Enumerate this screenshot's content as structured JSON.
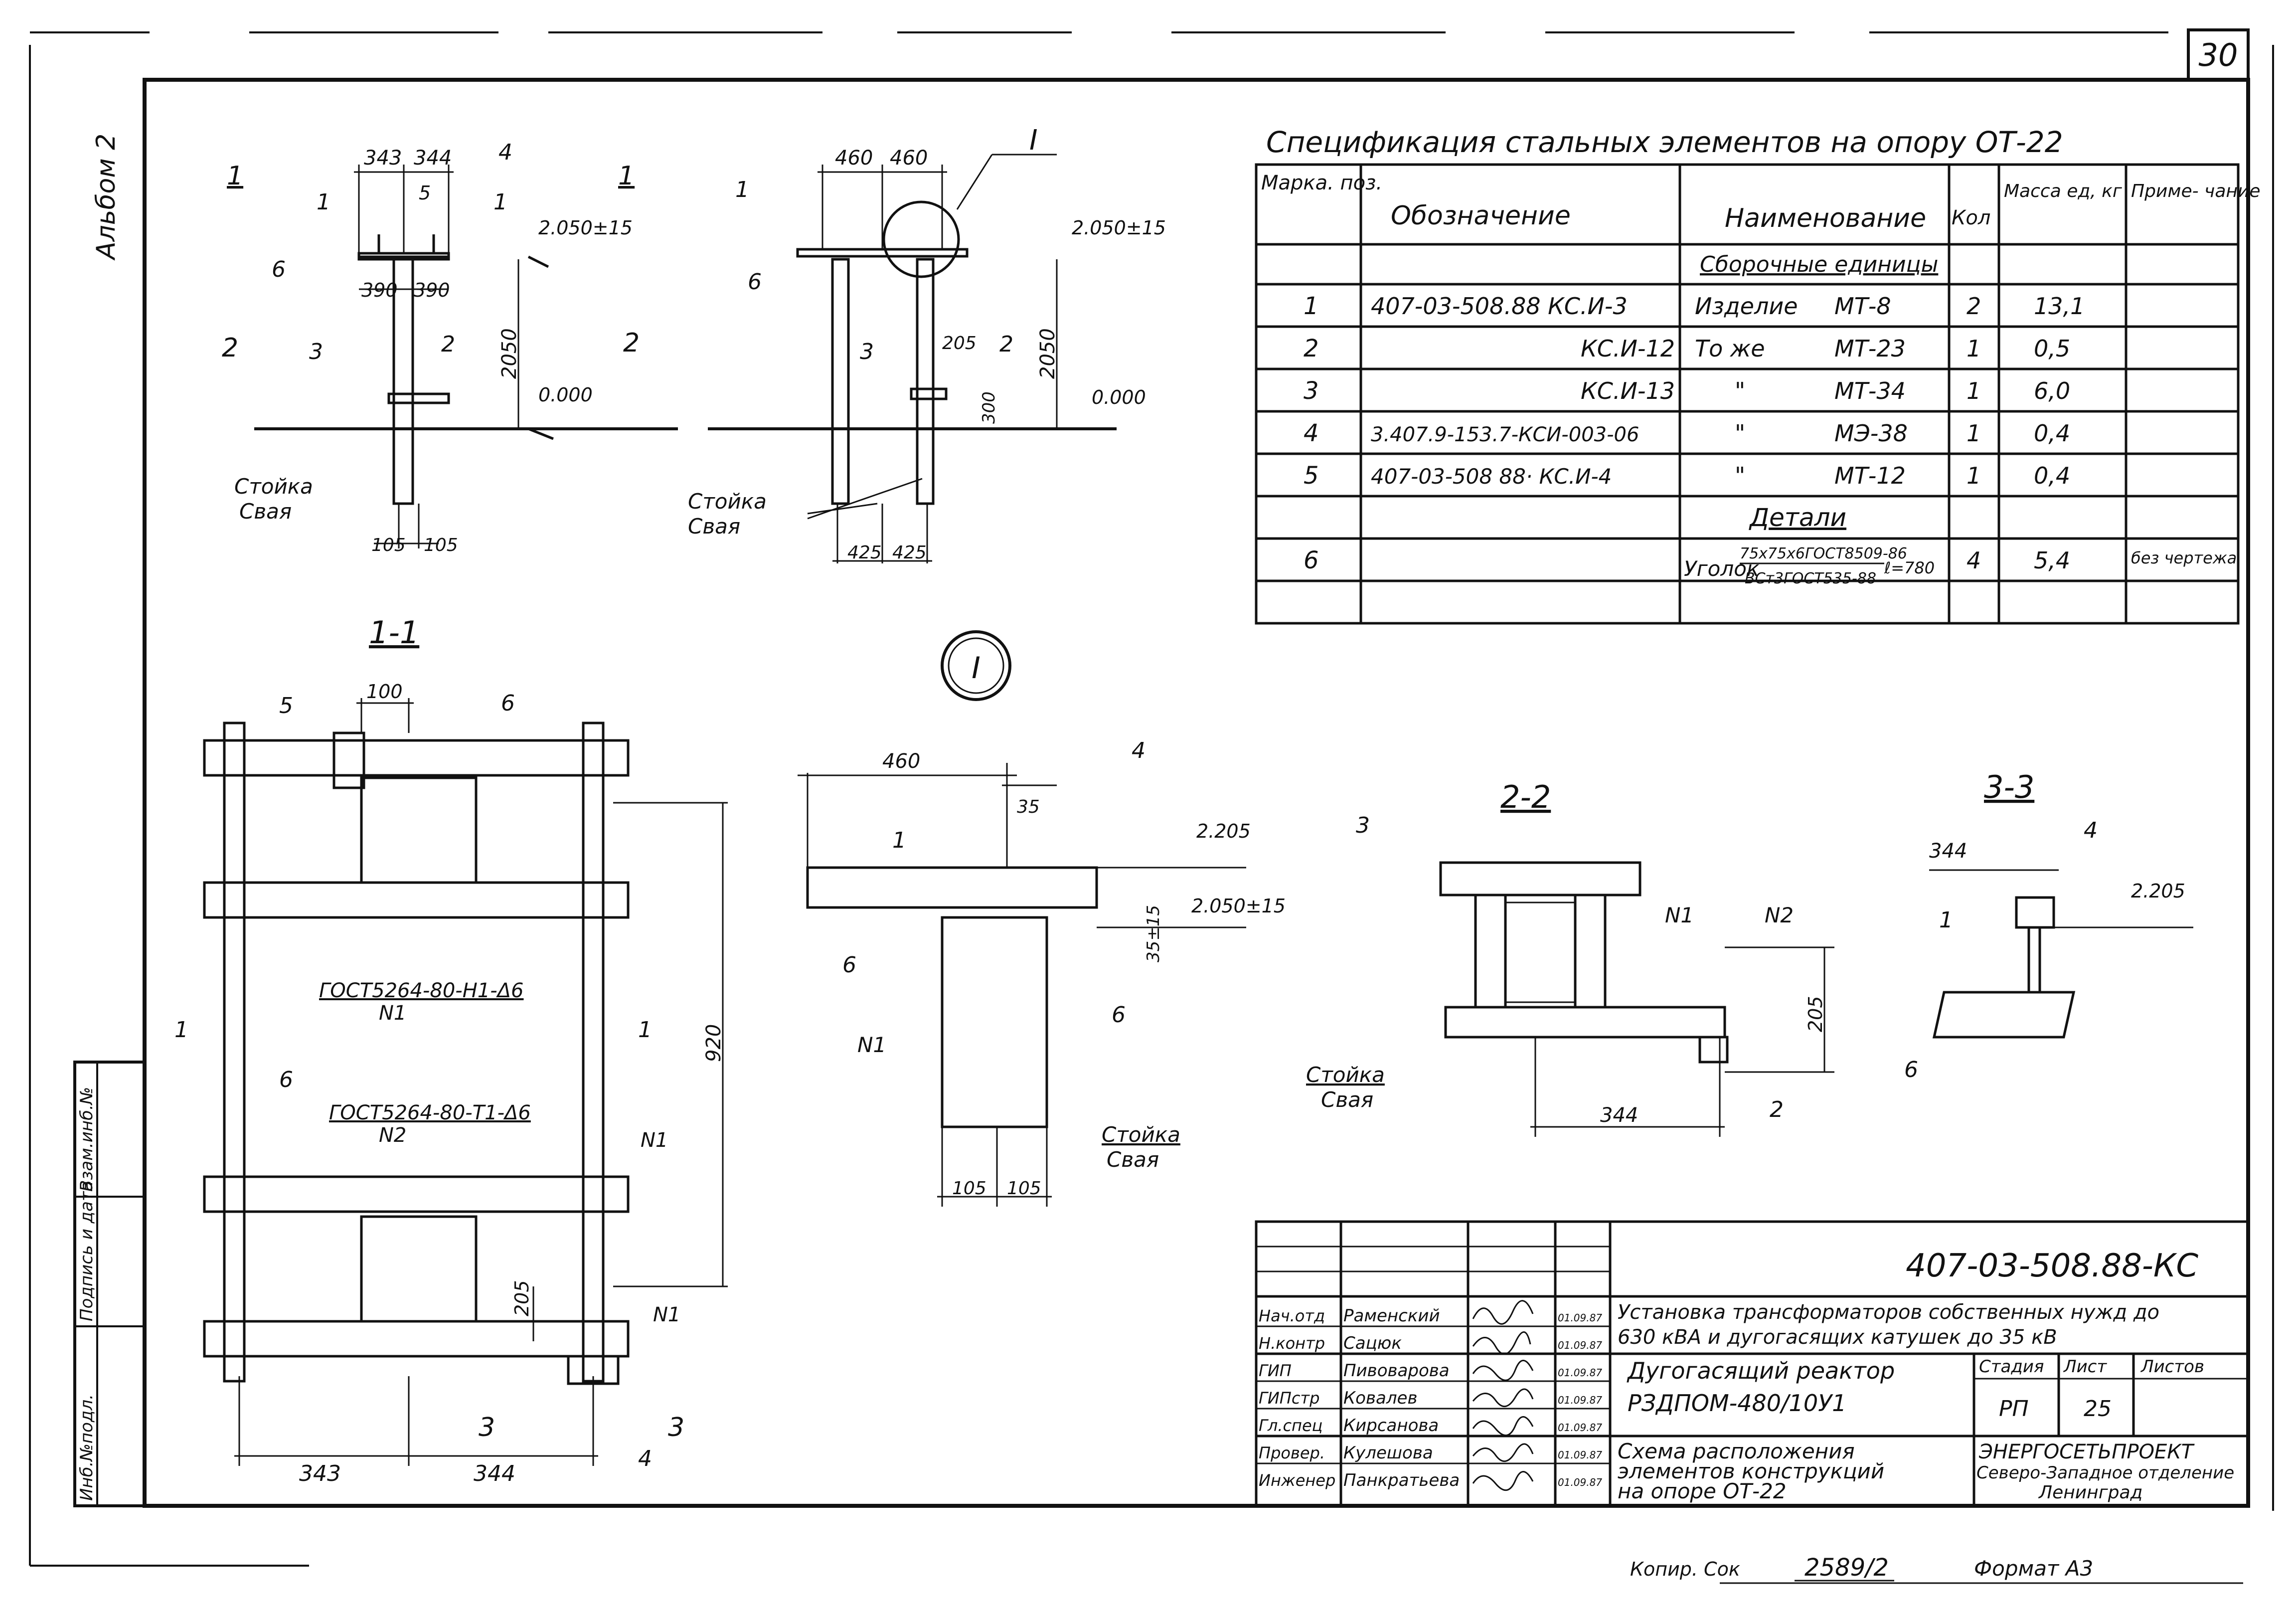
{
  "page_number": "30",
  "album_label": "Альбом 2",
  "side_stamp": {
    "col1": "Инб.№подл.",
    "col2": "Подпись и дата",
    "col3": "Взам.инб.№"
  },
  "spec": {
    "title": "Спецификация стальных элементов на опору ОТ-22",
    "headers": {
      "mark": "Марка. поз.",
      "designation": "Обозначение",
      "name": "Наименование",
      "qty": "Кол",
      "mass": "Масса ед, кг",
      "note": "Приме- чание"
    },
    "section_assemblies": "Сборочные единицы",
    "section_parts": "Детали",
    "rows": [
      {
        "mark": "1",
        "designation": "407-03-508.88 КС.И-3",
        "name": "Изделие",
        "item": "МТ-8",
        "qty": "2",
        "mass": "13,1",
        "note": ""
      },
      {
        "mark": "2",
        "designation": "КС.И-12",
        "name": "То же",
        "item": "МТ-23",
        "qty": "1",
        "mass": "0,5",
        "note": ""
      },
      {
        "mark": "3",
        "designation": "КС.И-13",
        "name": "\"",
        "item": "МТ-34",
        "qty": "1",
        "mass": "6,0",
        "note": ""
      },
      {
        "mark": "4",
        "designation": "3.407.9-153.7-КСИ-003-06",
        "name": "\"",
        "item": "МЭ-38",
        "qty": "1",
        "mass": "0,4",
        "note": ""
      },
      {
        "mark": "5",
        "designation": "407-03-508 88· КС.И-4",
        "name": "\"",
        "item": "МТ-12",
        "qty": "1",
        "mass": "0,4",
        "note": ""
      }
    ],
    "part_row": {
      "mark": "6",
      "name_a": "Уголок",
      "name_b": "75x75x6ГОСТ8509-86",
      "name_c": "ВСт3ГОСТ535-88",
      "name_d": "ℓ=780",
      "qty": "4",
      "mass": "5,4",
      "note": "без чертежа"
    }
  },
  "views": {
    "section_1_1": "1-1",
    "section_2_2": "2-2",
    "section_3_3": "3-3",
    "detail_roman": "I",
    "cut_1": "1",
    "cut_2": "2",
    "cut_3": "3",
    "column_pile": "Стойка",
    "pile": "Свая",
    "weld_1": "ГОСТ5264-80-Н1-Δ6",
    "weld_1_tag": "N1",
    "weld_2": "ГОСТ5264-80-Т1-Δ6",
    "weld_2_tag": "N2",
    "n1": "N1",
    "n2": "N2",
    "dims": {
      "d343": "343",
      "d344": "344",
      "d390": "390",
      "d2050": "2050",
      "d460": "460",
      "d425": "425",
      "d105": "105",
      "d205": "205",
      "d300": "300",
      "d100": "100",
      "d920": "920",
      "d35": "35",
      "lvl_2050": "2.050±15",
      "lvl_0": "0.000",
      "lvl_2205": "2.205",
      "d35_15": "35±15"
    },
    "pos": {
      "p1": "1",
      "p2": "2",
      "p3": "3",
      "p4": "4",
      "p5": "5",
      "p6": "6"
    }
  },
  "title_block": {
    "code": "407-03-508.88-КС",
    "roles": [
      {
        "role": "Нач.отд",
        "name": "Раменский",
        "date": "01.09.87"
      },
      {
        "role": "Н.контр",
        "name": "Сацюк",
        "date": "01.09.87"
      },
      {
        "role": "ГИП",
        "name": "Пивоварова",
        "date": "01.09.87"
      },
      {
        "role": "ГИПстр",
        "name": "Ковалев",
        "date": "01.09.87"
      },
      {
        "role": "Гл.спец",
        "name": "Кирсанова",
        "date": "01.09.87"
      },
      {
        "role": "Провер.",
        "name": "Кулешова",
        "date": "01.09.87"
      },
      {
        "role": "Инженер",
        "name": "Панкратьева",
        "date": "01.09.87"
      }
    ],
    "project_line1": "Установка трансформаторов собственных нужд до",
    "project_line2": "630 кВА и дугогасящих катушек до 35 кВ",
    "object_line1": "Дугогасящий реактор",
    "object_line2": "РЗДПОМ-480/10У1",
    "sheet_line1": "Схема расположения",
    "sheet_line2": "элементов конструкций",
    "sheet_line3": "на опоре ОТ-22",
    "stage_h": "Стадия",
    "sheet_h": "Лист",
    "sheets_h": "Листов",
    "stage": "РП",
    "sheet": "25",
    "org_line1": "ЭНЕРГОСЕТЬПРОЕКТ",
    "org_line2": "Северо-Западное отделение",
    "org_line3": "Ленинград"
  },
  "footer": {
    "copied": "Копир. Сок",
    "number": "2589/2",
    "format": "Формат А3"
  }
}
